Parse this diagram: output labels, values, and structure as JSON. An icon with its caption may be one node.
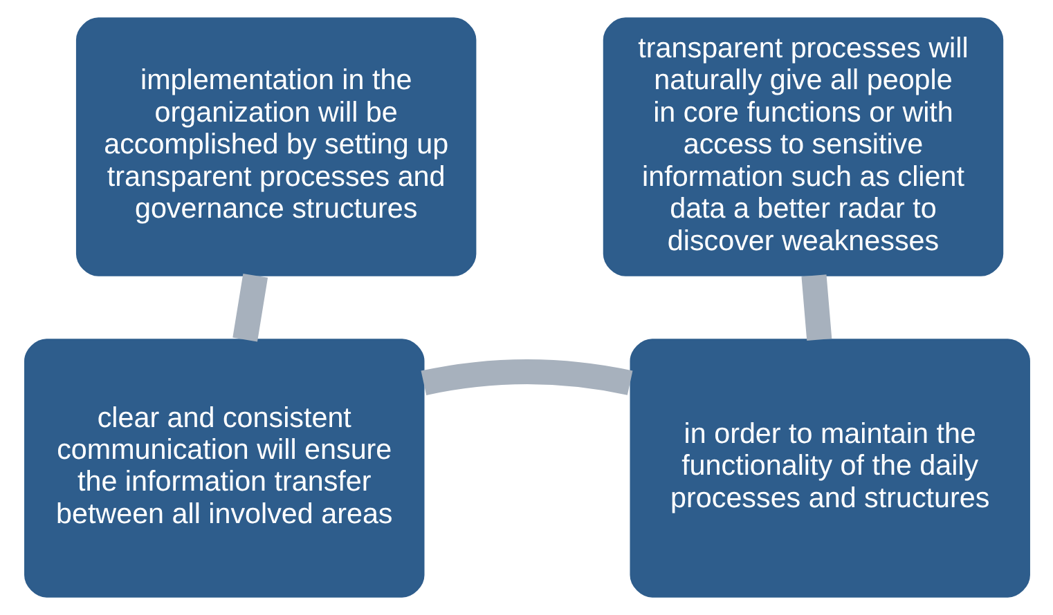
{
  "diagram": {
    "nodes": [
      {
        "text": [
          "implementation in the organization will be accomplished by setting up transparent processes and governance structures"
        ]
      },
      {
        "text": [
          "transparent processes will naturally give all people in core functions or with access to sensitive information such as client data a better radar to discover weaknesses"
        ]
      },
      {
        "text": [
          "clear and consistent communication will ensure the information transfer between all involved areas"
        ]
      },
      {
        "text": [
          "in order to maintain the functionality of the daily processes and structures"
        ]
      }
    ],
    "edges": [
      {
        "from": 0,
        "to": 2,
        "arrow": "none"
      },
      {
        "from": 2,
        "to": 3,
        "arrow": "none"
      },
      {
        "from": 3,
        "to": 1,
        "arrow": "none"
      }
    ]
  }
}
